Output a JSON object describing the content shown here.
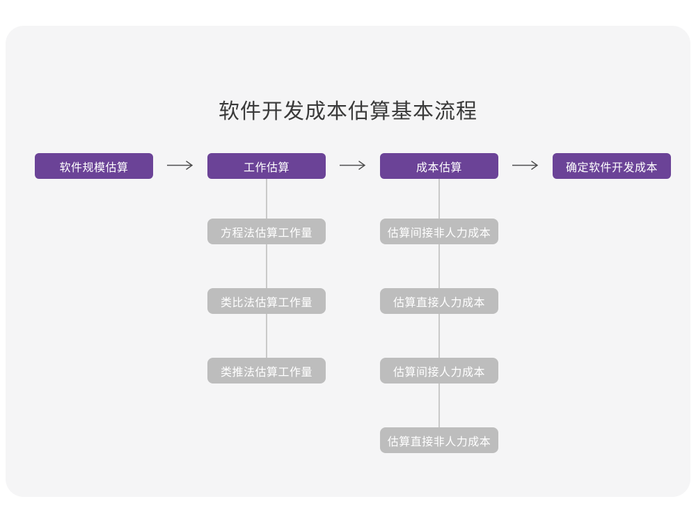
{
  "title": "软件开发成本估算基本流程",
  "colors": {
    "page_bg": "#FFFFFF",
    "card_bg": "#F5F5F6",
    "node_purple": "#6B4397",
    "node_gray": "#BDBDBD",
    "node_text": "#FFFFFF",
    "title_text": "#3A3A3A",
    "arrow": "#4D4D4D",
    "connector": "#C9C9C9"
  },
  "flow": {
    "main_steps": [
      {
        "label": "软件规模估算"
      },
      {
        "label": "工作估算"
      },
      {
        "label": "成本估算"
      },
      {
        "label": "确定软件开发成本"
      }
    ],
    "substeps": {
      "work_estimation": [
        "方程法估算工作量",
        "类比法估算工作量",
        "类推法估算工作量"
      ],
      "cost_estimation": [
        "估算间接非人力成本",
        "估算直接人力成本",
        "估算间接人力成本",
        "估算直接非人力成本"
      ]
    }
  }
}
